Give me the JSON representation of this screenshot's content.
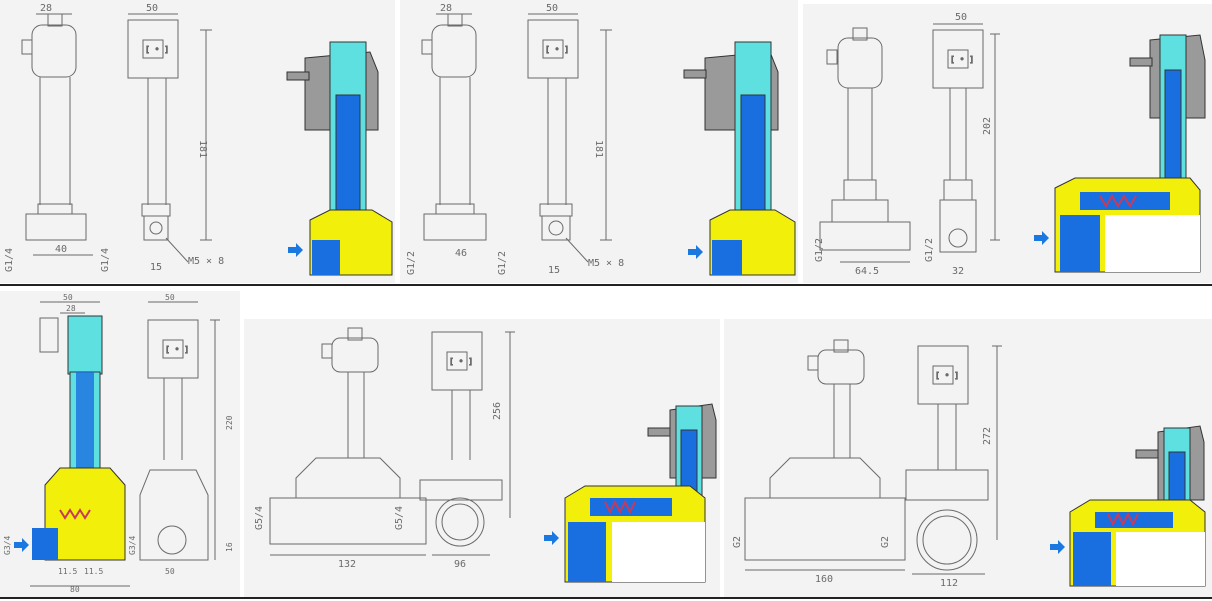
{
  "drawings": [
    {
      "id": "p1",
      "dims": {
        "top_left": "28",
        "top_right": "50",
        "height": "181",
        "base_width": "40",
        "port_left": "G1/4",
        "port_right": "G1/4",
        "spacing": "15",
        "thread": "M5 × 8"
      }
    },
    {
      "id": "p2",
      "dims": {
        "top_left": "28",
        "top_right": "50",
        "height": "181",
        "base_width": "46",
        "port_left": "G1/2",
        "port_right": "G1/2",
        "spacing": "15",
        "thread": "M5 × 8"
      }
    },
    {
      "id": "p3",
      "dims": {
        "top_right": "50",
        "height": "202",
        "base_width": "64.5",
        "port_left": "G1/2",
        "port_right": "G1/2",
        "depth": "32"
      }
    },
    {
      "id": "p4",
      "dims": {
        "top_a": "50",
        "top_b": "28",
        "top_right": "50",
        "height": "220",
        "port_left": "G3/4",
        "port_right": "G3/4",
        "a": "11.5",
        "b": "11.5",
        "base_width": "80",
        "right_base": "50",
        "small": "16"
      }
    },
    {
      "id": "p5",
      "dims": {
        "height": "256",
        "port_left": "G5/4",
        "port_right": "G5/4",
        "base_width": "132",
        "depth": "96"
      }
    },
    {
      "id": "p6",
      "dims": {
        "height": "272",
        "port_left": "G2",
        "port_right": "G2",
        "base_width": "160",
        "depth": "112"
      }
    }
  ],
  "colors": {
    "coil": "#9a9a9a",
    "tube": "#5fe0e0",
    "core": "#1a6fe0",
    "body": "#f2f00a",
    "flow_arrow": "#1a78e0",
    "spring": "#c83a5a",
    "line": "#6a6a6a"
  },
  "icons": [
    "flow-arrow-icon",
    "solenoid-valve-icon"
  ]
}
